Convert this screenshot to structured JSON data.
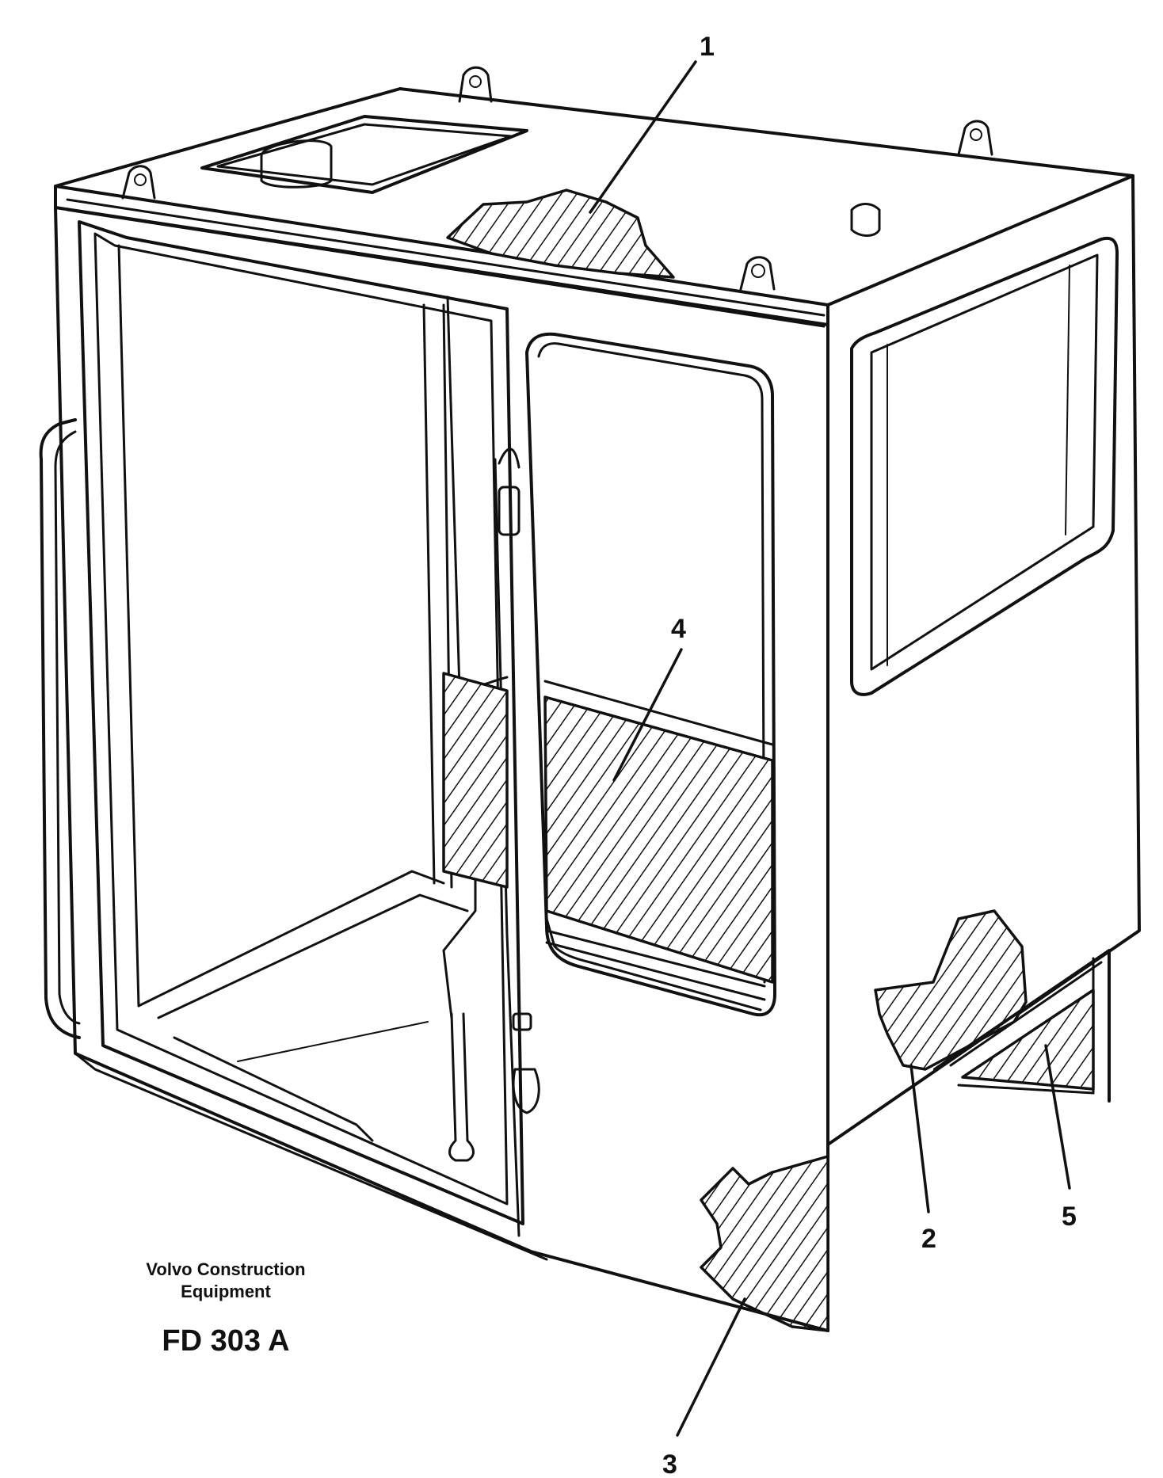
{
  "diagram": {
    "callouts": [
      {
        "id": "1",
        "label": "1"
      },
      {
        "id": "2",
        "label": "2"
      },
      {
        "id": "3",
        "label": "3"
      },
      {
        "id": "4",
        "label": "4"
      },
      {
        "id": "5",
        "label": "5"
      }
    ],
    "brand_line1": "Volvo Construction",
    "brand_line2": "Equipment",
    "figure_code": "FD 303 A"
  }
}
